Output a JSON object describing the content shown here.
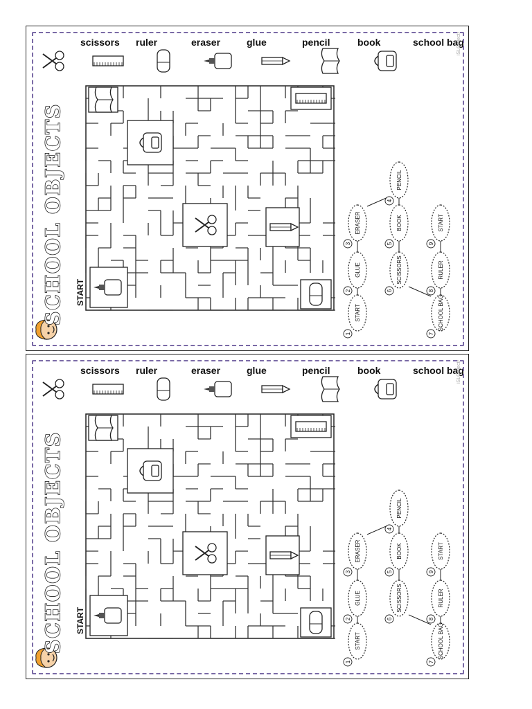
{
  "worksheet": {
    "title": "SCHOOL OBJECTS",
    "start_label": "START",
    "watermark": "iSLCollective.com",
    "vocabulary": [
      {
        "word": "scissors",
        "icon": "scissors-icon"
      },
      {
        "word": "ruler",
        "icon": "ruler-icon"
      },
      {
        "word": "eraser",
        "icon": "eraser-icon"
      },
      {
        "word": "glue",
        "icon": "glue-icon"
      },
      {
        "word": "pencil",
        "icon": "pencil-icon"
      },
      {
        "word": "book",
        "icon": "book-icon"
      },
      {
        "word": "school bag",
        "icon": "school-bag-icon"
      }
    ],
    "route": [
      {
        "n": "1",
        "label": "START"
      },
      {
        "n": "2",
        "label": "GLUE"
      },
      {
        "n": "3",
        "label": "ERASER"
      },
      {
        "n": "4",
        "label": "PENCIL"
      },
      {
        "n": "5",
        "label": "BOOK"
      },
      {
        "n": "6",
        "label": "SCISSORS"
      },
      {
        "n": "7",
        "label": "SCHOOL BAG"
      },
      {
        "n": "8",
        "label": "RULER"
      },
      {
        "n": "9",
        "label": "START"
      }
    ]
  },
  "colors": {
    "dashed_border": "#7a6aa6",
    "ink": "#222222"
  }
}
